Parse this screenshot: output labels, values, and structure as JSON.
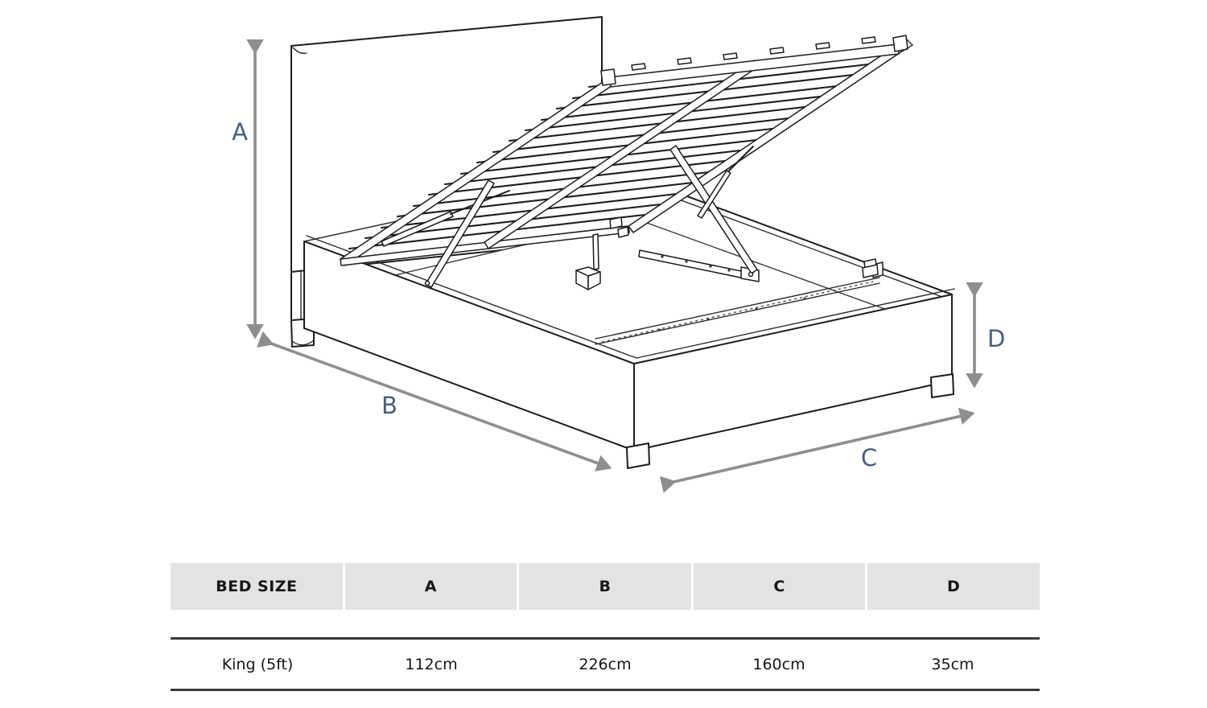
{
  "diagram": {
    "title_hint": "ottoman storage bed dimension diagram",
    "line_color": "#1c1c1c",
    "arrow_color": "#8e8e8e",
    "label_color": "#46607a",
    "dim_labels": [
      {
        "id": "A",
        "text": "A",
        "measures": "headboard height"
      },
      {
        "id": "B",
        "text": "B",
        "measures": "bed length side"
      },
      {
        "id": "C",
        "text": "C",
        "measures": "bed width side"
      },
      {
        "id": "D",
        "text": "D",
        "measures": "base box height"
      }
    ]
  },
  "table": {
    "header_bg": "#e3e3e3",
    "rule_color": "#3a3a3a",
    "headers": [
      "BED SIZE",
      "A",
      "B",
      "C",
      "D"
    ],
    "rows": [
      [
        "King (5ft)",
        "112cm",
        "226cm",
        "160cm",
        "35cm"
      ]
    ]
  },
  "chart_data": {
    "type": "table",
    "title": "BED SIZE",
    "categories": [
      "A",
      "B",
      "C",
      "D"
    ],
    "series": [
      {
        "name": "King (5ft)",
        "values_cm": [
          112,
          226,
          160,
          35
        ]
      }
    ]
  }
}
